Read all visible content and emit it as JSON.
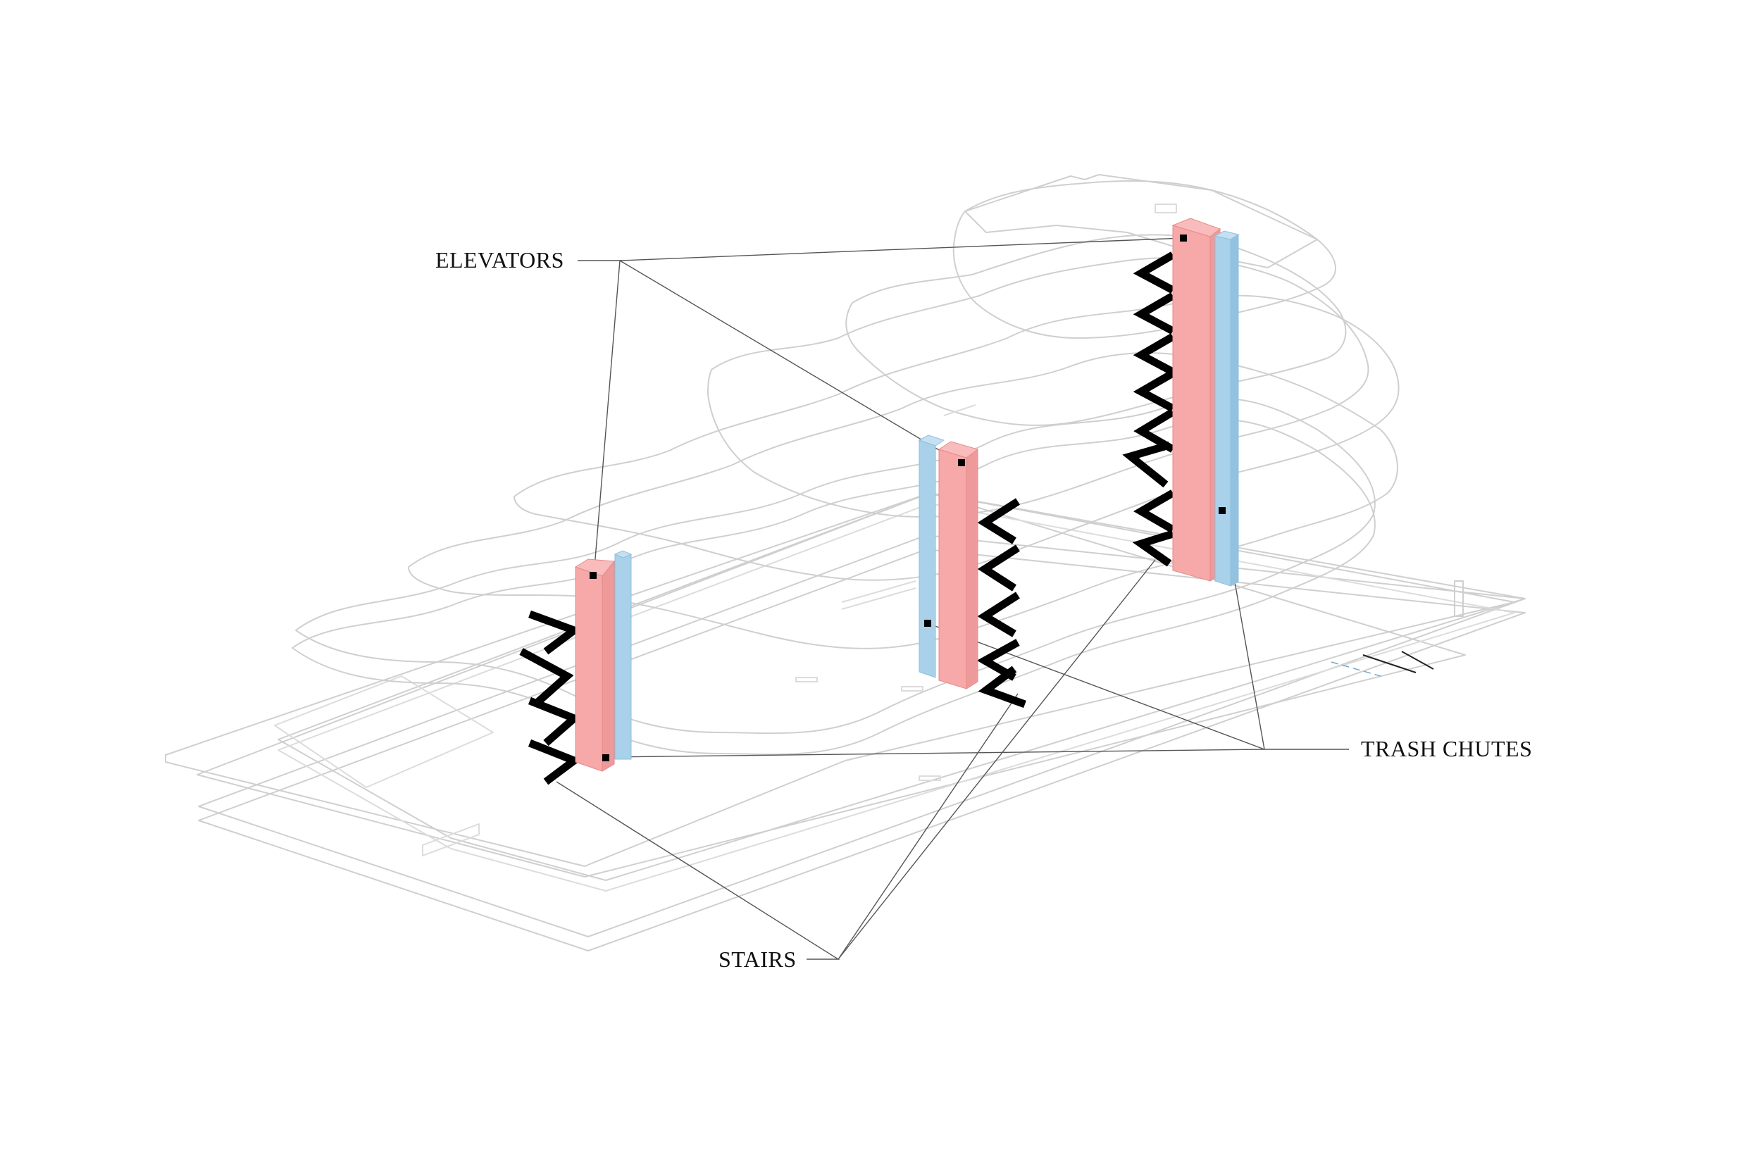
{
  "labels": {
    "elevators": "ELEVATORS",
    "trash_chutes": "TRASH CHUTES",
    "stairs": "STAIRS"
  },
  "colors": {
    "elevator_fill": "#f7a8a8",
    "elevator_side": "#ef9595",
    "chute_fill": "#a9d1ea",
    "chute_side": "#93c2e0",
    "stair": "#000000",
    "floor_outline": "#cfcfcf",
    "leader": "#555555"
  }
}
